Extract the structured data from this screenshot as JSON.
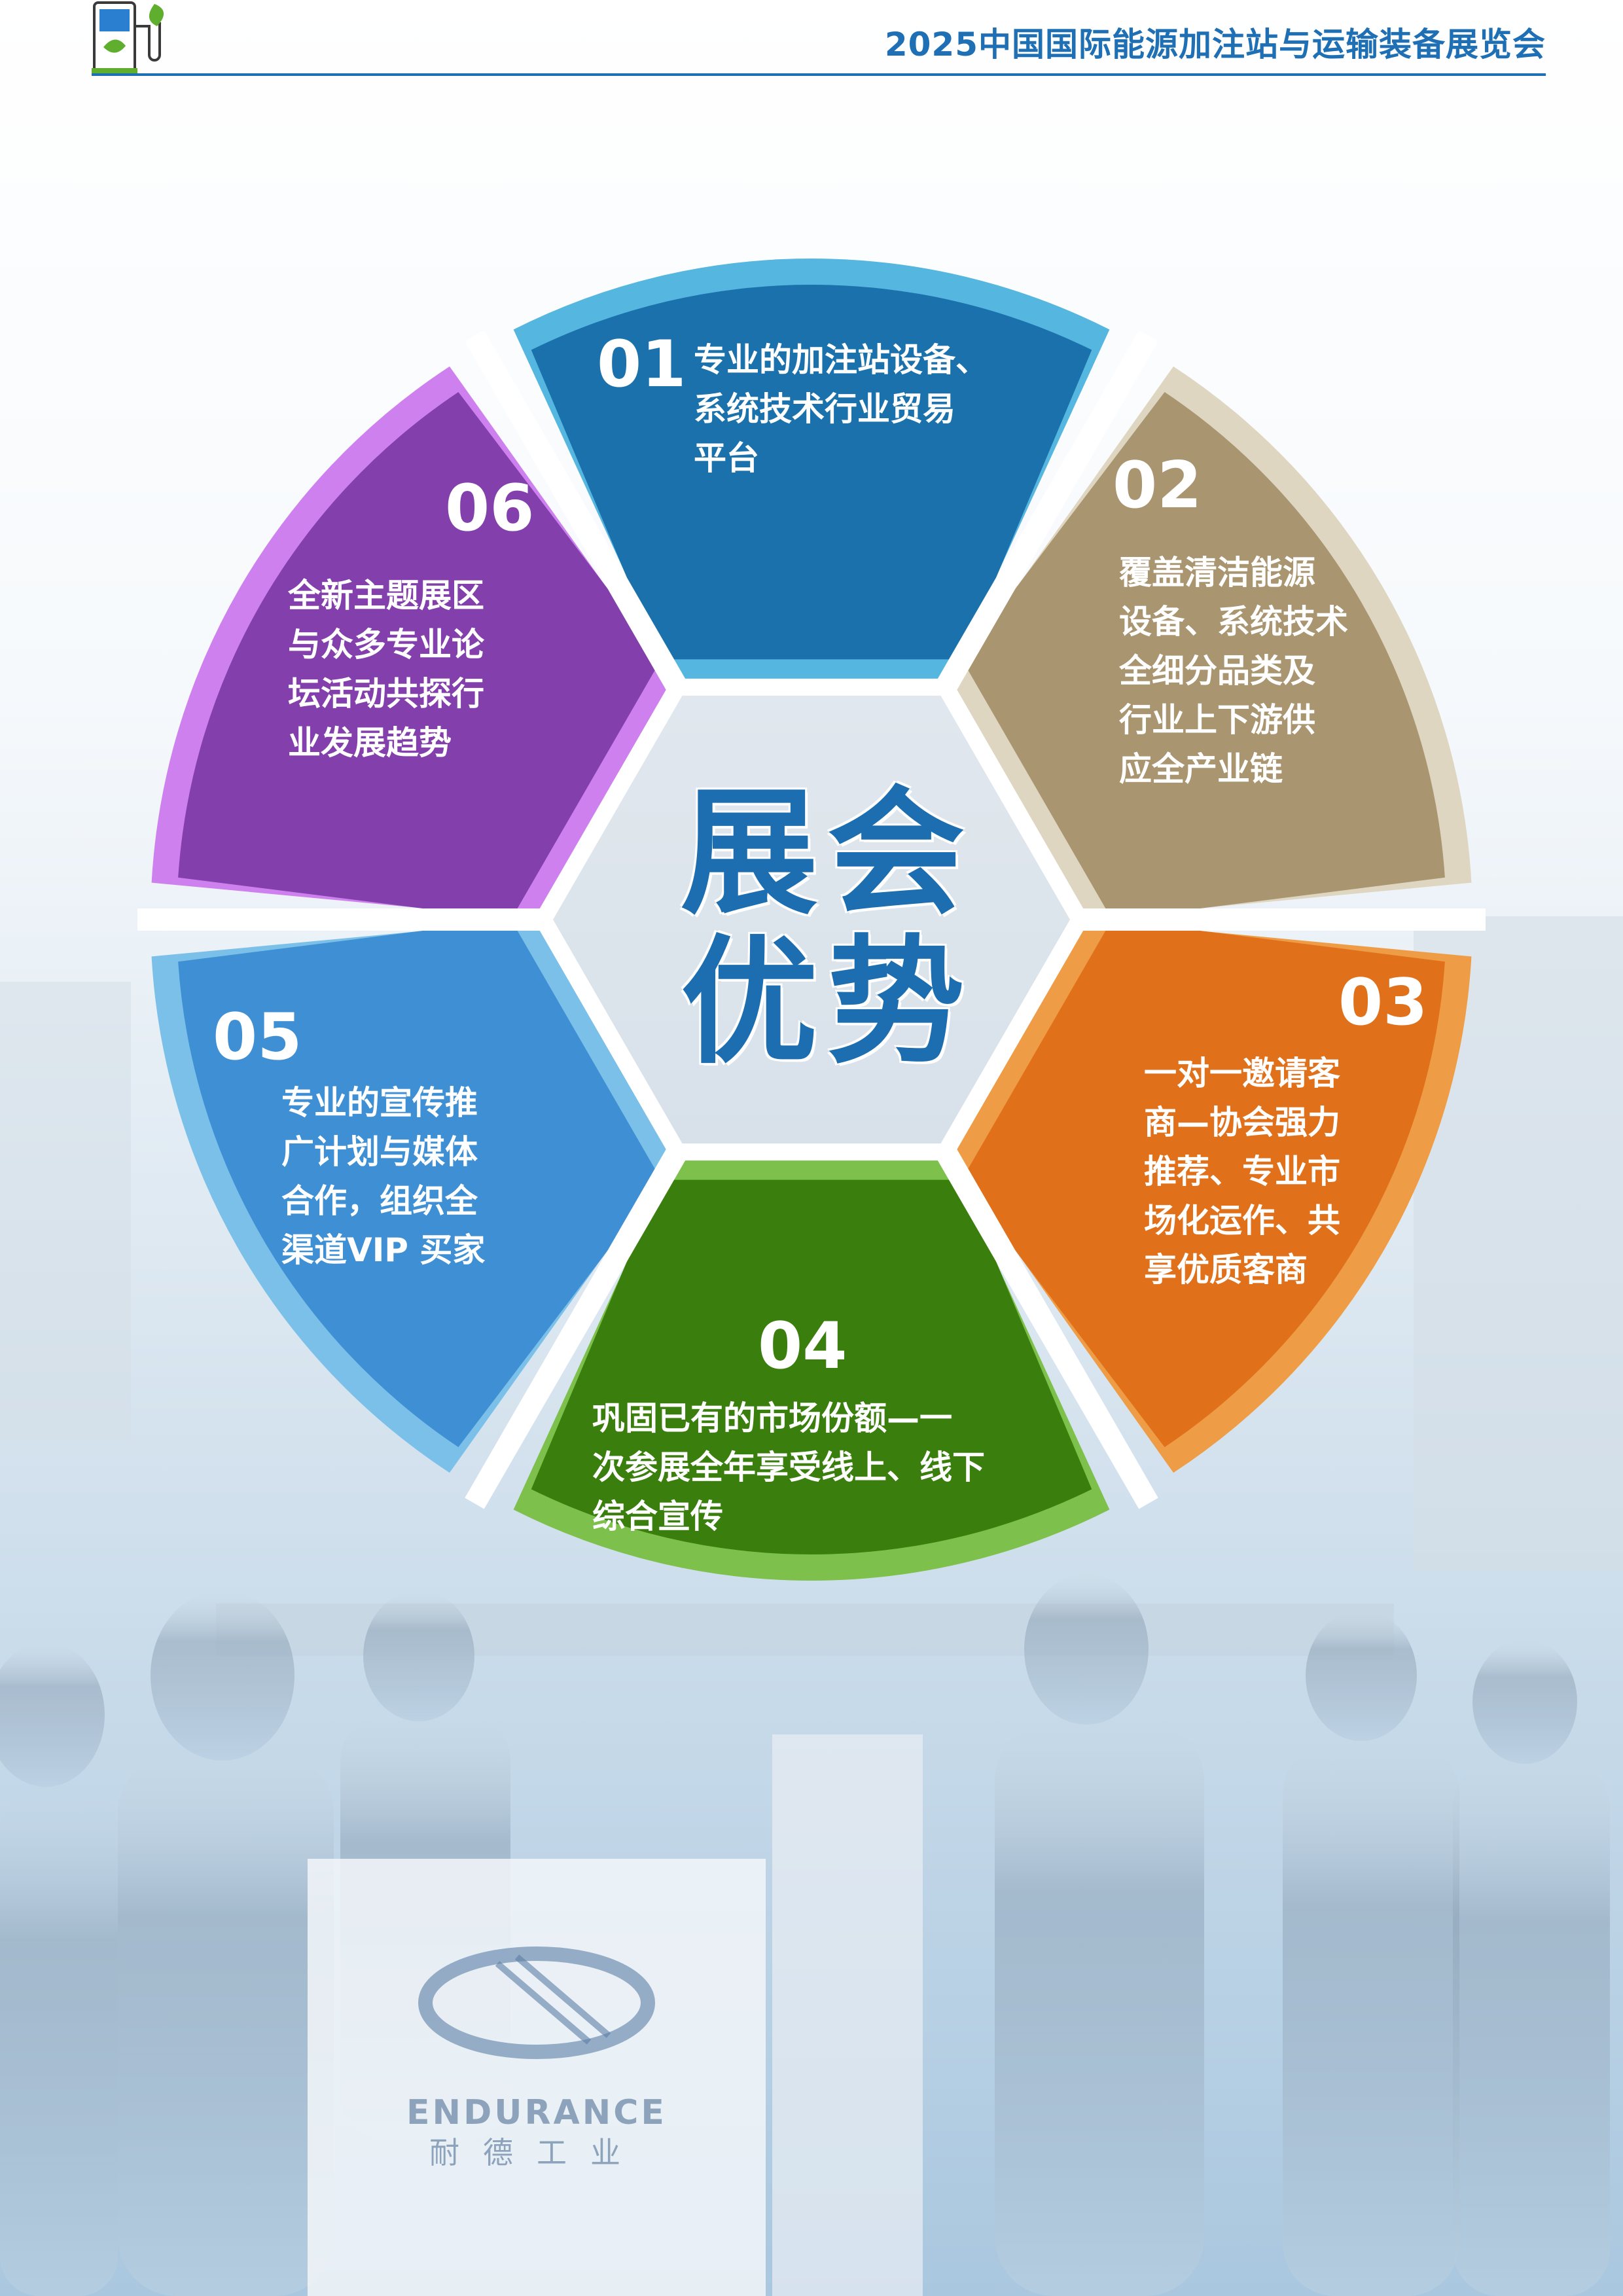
{
  "header": {
    "title": "2025中国国际能源加注站与运输装备展览会"
  },
  "center": {
    "line1": "展会",
    "line2": "优势"
  },
  "segments": [
    {
      "number": "01",
      "lines": [
        "专业的加注站设备、",
        "系统技术行业贸易",
        "平台"
      ],
      "dark": "#1a71ab",
      "light": "#55b6e0"
    },
    {
      "number": "02",
      "lines": [
        "覆盖清洁能源",
        "设备、系统技术",
        "全细分品类及",
        "行业上下游供",
        "应全产业链"
      ],
      "dark": "#a99570",
      "light": "#ded6c1"
    },
    {
      "number": "03",
      "lines": [
        "一对一邀请客",
        "商—协会强力",
        "推荐、专业市",
        "场化运作、共",
        "享优质客商"
      ],
      "dark": "#e0701a",
      "light": "#ee9c45"
    },
    {
      "number": "04",
      "lines": [
        "巩固已有的市场份额—一",
        "次参展全年享受线上、线下",
        "综合宣传"
      ],
      "dark": "#3a7f0d",
      "light": "#7ec04c"
    },
    {
      "number": "05",
      "lines": [
        "专业的宣传推",
        "广计划与媒体",
        "合作，组织全",
        "渠道VIP 买家"
      ],
      "dark": "#3f8fd5",
      "light": "#7bc0e8"
    },
    {
      "number": "06",
      "lines": [
        "全新主题展区",
        "与众多专业论",
        "坛活动共探行",
        "业发展趋势"
      ],
      "dark": "#8340ac",
      "light": "#cf80ef"
    }
  ],
  "booth_logo": {
    "line1": "ENDURANCE",
    "line2": "耐德工业"
  }
}
